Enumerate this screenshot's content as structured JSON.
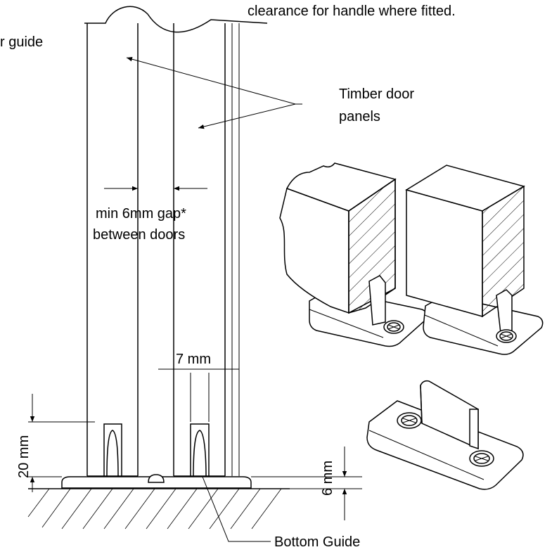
{
  "labels": {
    "top_note": "clearance for handle where fitted.",
    "top_guide": "r guide",
    "panels_line1": "Timber door",
    "panels_line2": "panels",
    "gap_line1": "min 6mm gap*",
    "gap_line2": "between doors",
    "seven_mm": "7 mm",
    "twenty_mm": "20 mm",
    "six_mm": "6 mm",
    "bottom_guide": "Bottom Guide"
  }
}
